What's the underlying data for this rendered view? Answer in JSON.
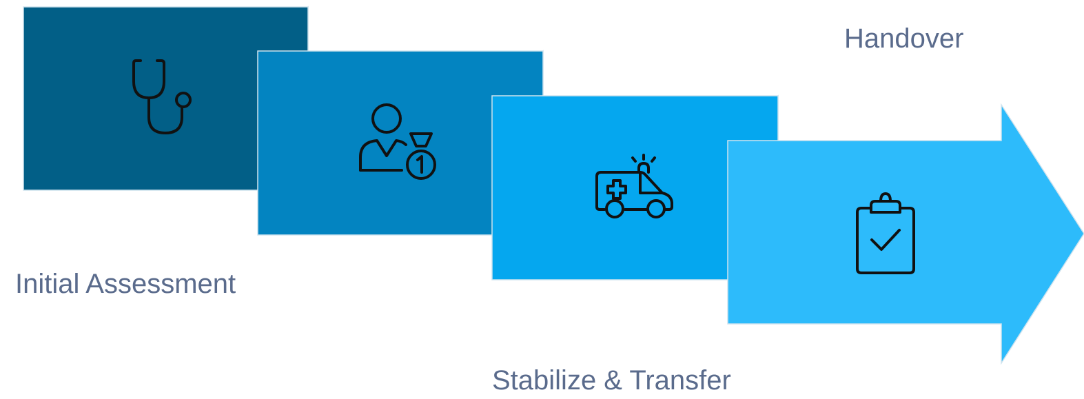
{
  "diagram": {
    "steps": [
      {
        "icon": "stethoscope-icon",
        "color": "#025f87"
      },
      {
        "icon": "medal-person-icon",
        "color": "#0384c1"
      },
      {
        "icon": "ambulance-icon",
        "color": "#05a7ef"
      },
      {
        "icon": "clipboard-check-icon",
        "color": "#2dbbfb"
      }
    ],
    "labels": {
      "initial_assessment": "Initial Assessment",
      "stabilize_transfer": "Stabilize & Transfer",
      "handover": "Handover"
    },
    "colors": {
      "label_text": "#5a6b8c",
      "icon_stroke": "#111111",
      "fold_shade": "#cfe3ee"
    }
  }
}
